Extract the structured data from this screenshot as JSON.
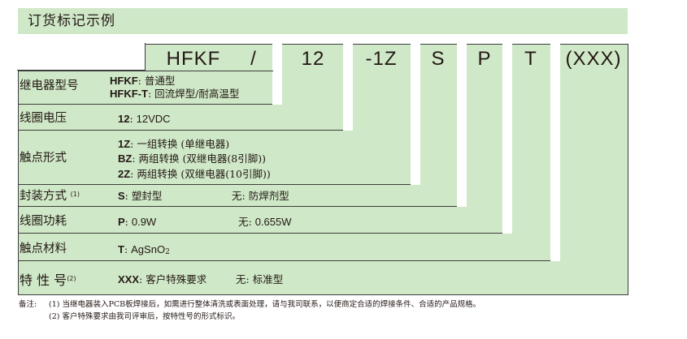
{
  "title": "订货标记示例",
  "codes": [
    "HFKF",
    "/",
    "12",
    "-1Z",
    "S",
    "P",
    "T",
    "(XXX)"
  ],
  "rows": {
    "type": {
      "label": "继电器型号",
      "lines": [
        {
          "key": "HFKF",
          "sep": ": ",
          "text": "普通型"
        },
        {
          "key": "HFKF-T",
          "sep": ": ",
          "text": "回流焊型/耐高温型"
        }
      ]
    },
    "voltage": {
      "label": "线圈电压",
      "key": "12",
      "sep": ": ",
      "text": "12VDC"
    },
    "contact_form": {
      "label": "触点形式",
      "lines": [
        {
          "key": "1Z",
          "sep": ": ",
          "text": "一组转换 (单继电器)"
        },
        {
          "key": "BZ",
          "sep": ": ",
          "text": "两组转换 (双继电器(8引脚))"
        },
        {
          "key": "2Z",
          "sep": ": ",
          "text": "两组转换 (双继电器(10引脚))"
        }
      ]
    },
    "package": {
      "label": "封装方式",
      "sup": "(1)",
      "key": "S",
      "sep": ": ",
      "text": "塑封型",
      "alt_key": "无",
      "alt_sep": ": ",
      "alt_text": "防焊剂型"
    },
    "power": {
      "label": "线圈功耗",
      "key": "P",
      "sep": ": ",
      "text": "0.9W",
      "alt_key": "无",
      "alt_sep": ": ",
      "alt_text": "0.655W"
    },
    "material": {
      "label": "触点材料",
      "key": "T",
      "sep": ": ",
      "text": "AgSnO",
      "sub": "2"
    },
    "special": {
      "label": "特 性 号",
      "sup": "(2)",
      "key": "XXX",
      "sep": ": ",
      "text": "客户特殊要求",
      "alt_key": "无",
      "alt_sep": ": ",
      "alt_text": "标准型"
    }
  },
  "notes": {
    "prefix": "备注:",
    "items": [
      "(1)  当继电器装入PCB板焊接后，如需进行整体清洗或表面处理，请与我司联系，以便商定合适的焊接条件、合适的产品规格。",
      "(2)  客户特殊要求由我司评审后，按特性号的形式标识。"
    ]
  },
  "colors": {
    "panel": "#cfe8c7",
    "line": "#3d3d3d",
    "text": "#231815"
  }
}
